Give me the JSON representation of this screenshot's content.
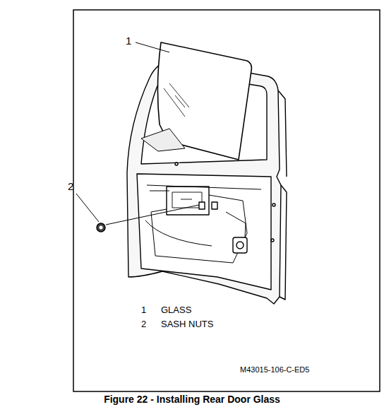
{
  "diagram": {
    "caption": "Figure 22 - Installing Rear Door Glass",
    "labels": [
      "1",
      "2",
      "1",
      "GLASS",
      "2",
      "SASH NUTS",
      "M43015-106-C-ED5"
    ]
  }
}
